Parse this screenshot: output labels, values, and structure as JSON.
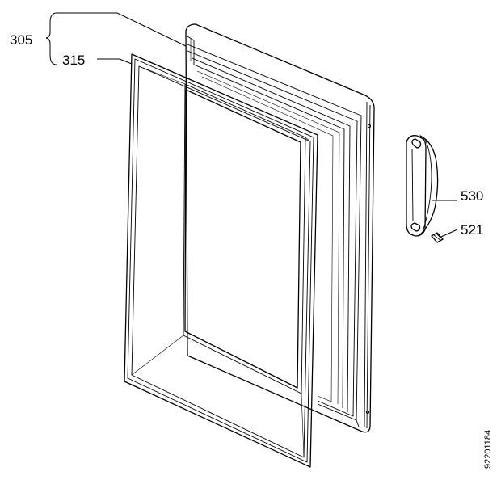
{
  "diagram": {
    "parts": [
      {
        "ref": "305",
        "label": "305"
      },
      {
        "ref": "315",
        "label": "315"
      },
      {
        "ref": "530",
        "label": "530"
      },
      {
        "ref": "521",
        "label": "521"
      }
    ],
    "drawing_number": "92201184"
  }
}
